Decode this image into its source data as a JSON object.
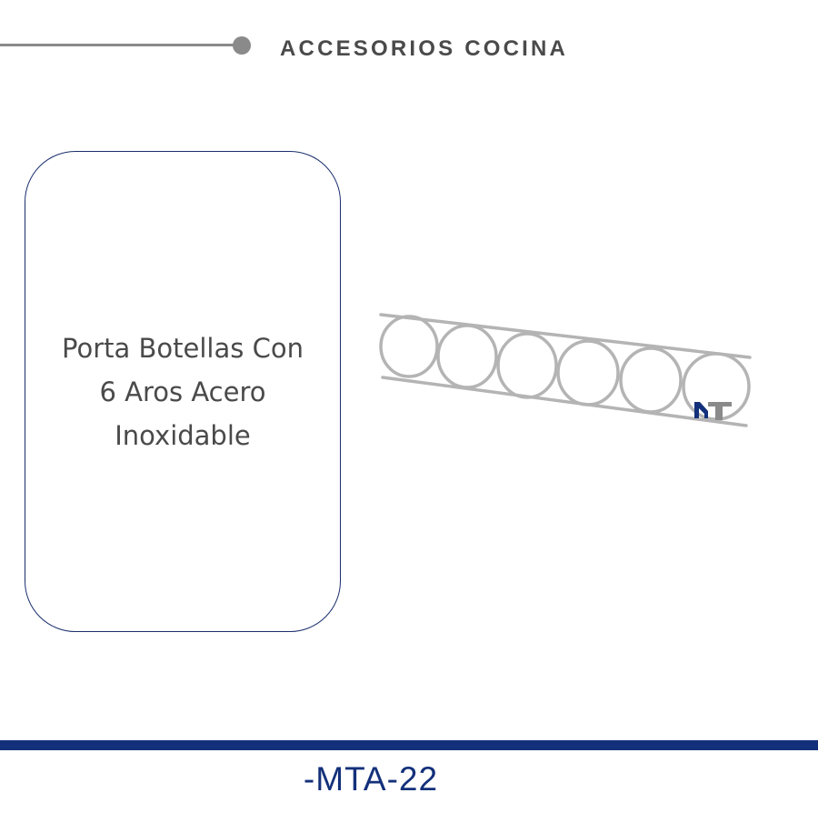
{
  "header": {
    "section_title": "ACCESORIOS COCINA"
  },
  "product": {
    "description_lines": [
      "Porta Botellas Con",
      "6 Aros Acero",
      "Inoxidable"
    ],
    "image_alt": "porta-botellas-6-aros",
    "brand_logo": "MT"
  },
  "footer": {
    "code": "-MTA-22"
  },
  "colors": {
    "accent": "#13307a",
    "gray": "#8a8a8a",
    "text": "#4a4a4a"
  }
}
